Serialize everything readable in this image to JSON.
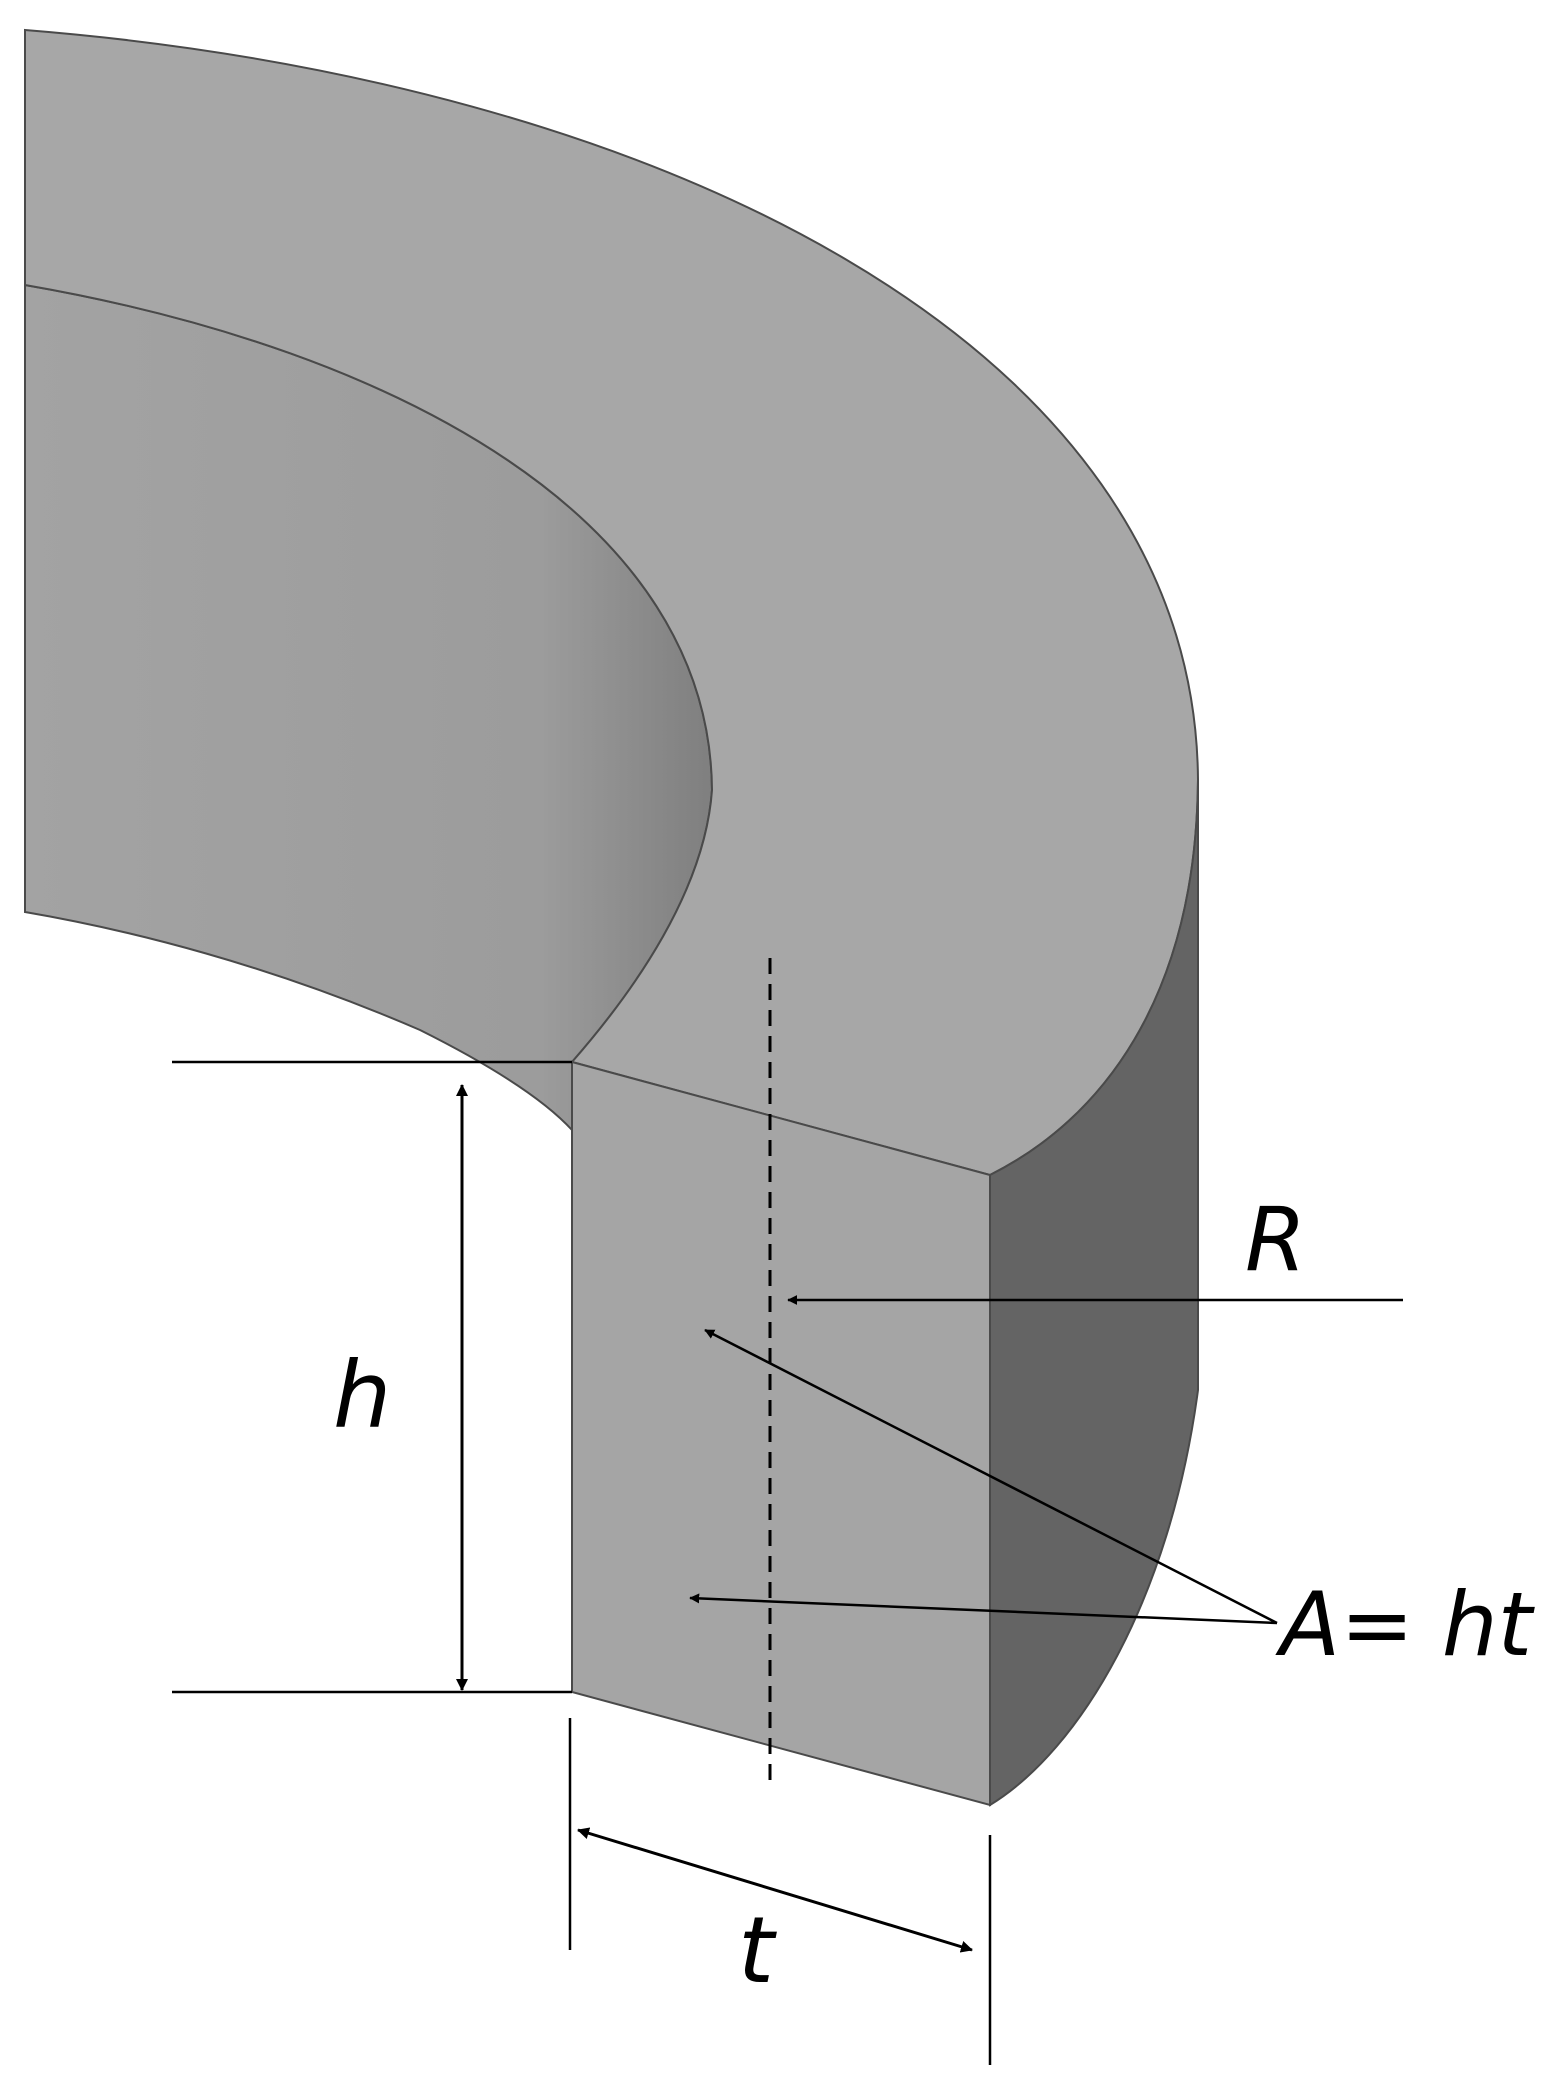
{
  "labels": {
    "height": "h",
    "thickness": "t",
    "radius": "R",
    "area": "A= ht"
  }
}
